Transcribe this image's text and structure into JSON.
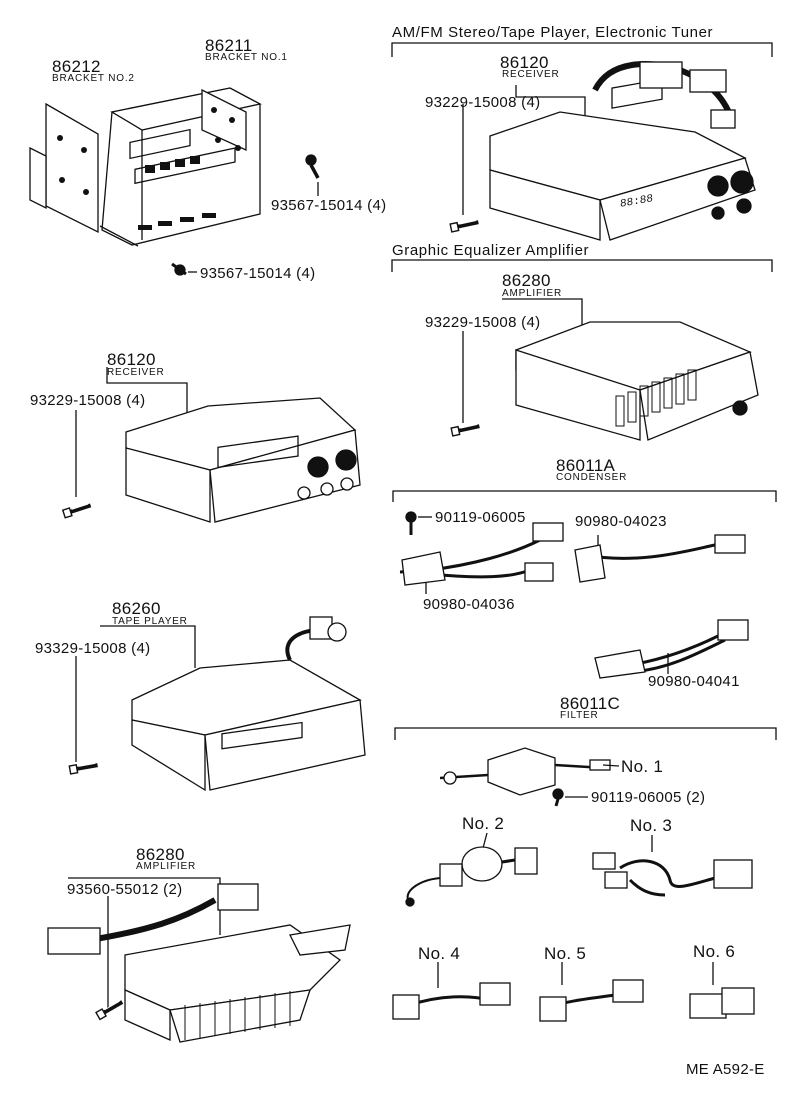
{
  "headers": {
    "am_fm": "AM/FM Stereo/Tape Player, Electronic Tuner",
    "equalizer": "Graphic Equalizer Amplifier"
  },
  "parts": {
    "bracket1": {
      "num": "86211",
      "name": "BRACKET NO.1"
    },
    "bracket2": {
      "num": "86212",
      "name": "BRACKET NO.2"
    },
    "screw_bracket_a": "93567-15014 (4)",
    "screw_bracket_b": "93567-15014 (4)",
    "receiver_top": {
      "num": "86120",
      "name": "RECEIVER",
      "screw": "93229-15008 (4)"
    },
    "receiver_left": {
      "num": "86120",
      "name": "RECEIVER",
      "screw": "93229-15008 (4)"
    },
    "amplifier_eq": {
      "num": "86280",
      "name": "AMPLIFIER",
      "screw": "93229-15008 (4)"
    },
    "tape_player": {
      "num": "86260",
      "name": "TAPE PLAYER",
      "screw": "93329-15008 (4)"
    },
    "amplifier_bottom": {
      "num": "86280",
      "name": "AMPLIFIER",
      "screw": "93560-55012 (2)"
    },
    "condenser": {
      "num": "86011A",
      "name": "CONDENSER",
      "bolt": "90119-06005",
      "harness_a": "90980-04036",
      "harness_b": "90980-04023",
      "harness_c": "90980-04041"
    },
    "filter": {
      "num": "86011C",
      "name": "FILTER",
      "no1": "No. 1",
      "bolt": "90119-06005 (2)",
      "no2": "No. 2",
      "no3": "No. 3",
      "no4": "No. 4",
      "no5": "No. 5",
      "no6": "No. 6"
    }
  },
  "footer": {
    "code": "ME  A592-E"
  },
  "display_readout": "88:88"
}
